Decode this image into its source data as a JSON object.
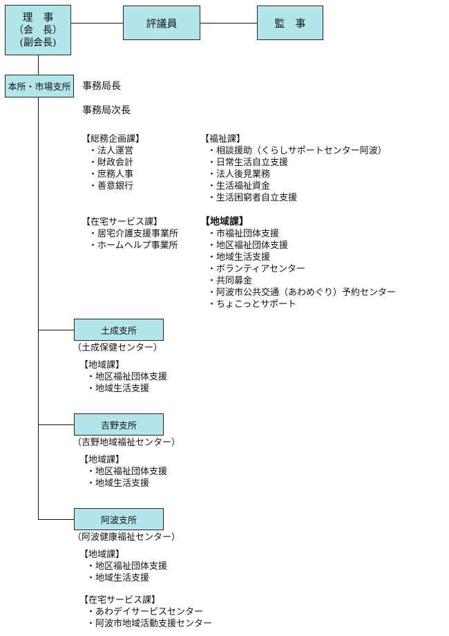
{
  "top": {
    "board": {
      "title": "理　事",
      "line2": "（会　長）",
      "line3": "(副会長)"
    },
    "council": "評議員",
    "auditor": "監　事"
  },
  "head_office": {
    "box": "本所・市場支所",
    "director": "事務局長",
    "deputy": "事務局次長",
    "general_affairs": {
      "heading": "【総務企画課】",
      "items": [
        "・法人運営",
        "・財政会計",
        "・庶務人事",
        "・善意銀行"
      ]
    },
    "welfare": {
      "heading": "【福祉課】",
      "items": [
        "・相談援助（くらしサポートセンター阿波）",
        "・日常生活自立支援",
        "・法人後見業務",
        "・生活福祉資金",
        "・生活困窮者自立支援"
      ]
    },
    "home_service": {
      "heading": "【在宅サービス課】",
      "items": [
        "・居宅介護支援事業所",
        "・ホームヘルプ事業所"
      ]
    },
    "community": {
      "heading": "【地域課】",
      "items": [
        "・市福祉団体支援",
        "・地区福祉団体支援",
        "・地域生活支援",
        "・ボランティアセンター",
        "・共同募金",
        "・阿波市公共交通（あわめぐり）予約センター",
        "・ちょこっとサポート"
      ]
    }
  },
  "branches": [
    {
      "box": "土成支所",
      "subtitle": "（土成保健センター）",
      "sections": [
        {
          "heading": "【地域課】",
          "items": [
            "・地区福祉団体支援",
            "・地域生活支援"
          ]
        }
      ]
    },
    {
      "box": "吉野支所",
      "subtitle": "（吉野地域福祉センター）",
      "sections": [
        {
          "heading": "【地域課】",
          "items": [
            "・地区福祉団体支援",
            "・地域生活支援"
          ]
        }
      ]
    },
    {
      "box": "阿波支所",
      "subtitle": "（阿波健康福祉センター）",
      "sections": [
        {
          "heading": "【地域課】",
          "items": [
            "・地区福祉団体支援",
            "・地域生活支援"
          ]
        },
        {
          "heading": "【在宅サービス課】",
          "items": [
            "・あわデイサービスセンター",
            "・阿波市地域活動支援センター"
          ]
        }
      ]
    }
  ]
}
